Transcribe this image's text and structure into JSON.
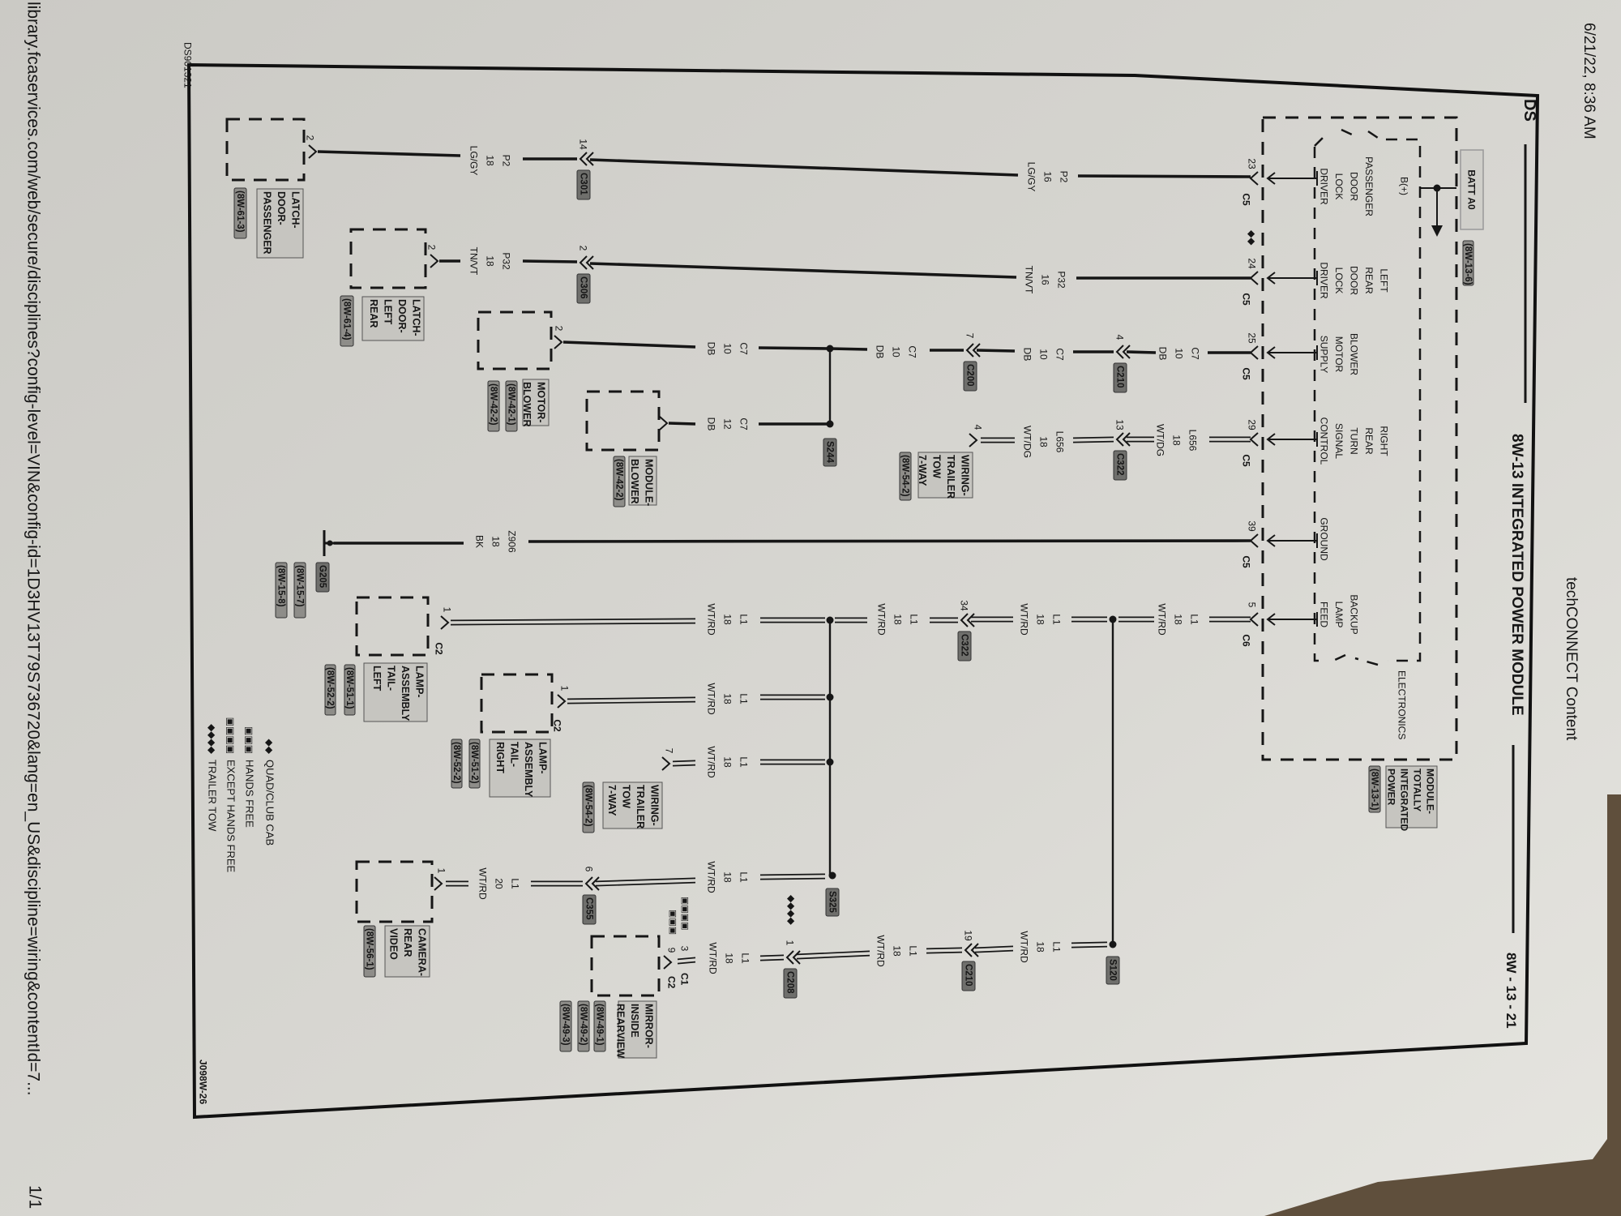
{
  "browser": {
    "timestamp": "6/21/22, 8:36 AM",
    "page_title": "techCONNECT Content",
    "url": "library.fcaservices.com/web/secure/disciplines?config-level=VIN&config-id=1D3HV13T79S736720&lang=en_US&discipline=wiring&contentId=7...",
    "page_count": "1/1"
  },
  "sheet": {
    "doc_code": "DS901321",
    "section": "DS",
    "title": "8W-13 INTEGRATED POWER MODULE",
    "page_number": "8W - 13 - 21",
    "figure_id": "J098W-26"
  },
  "module": {
    "name_lines": [
      "MODULE-",
      "TOTALLY",
      "INTEGRATED",
      "POWER"
    ],
    "ref": "(8W-13-1)",
    "electronics": "ELECTRONICS",
    "batt": "BATT A0",
    "batt_ref": "(8W-13-6)",
    "bplus": "B(+)",
    "option_pin24": "◆◆",
    "pins": [
      {
        "pin": "23",
        "connector": "C5",
        "function": [
          "PASSENGER",
          "DOOR",
          "LOCK",
          "DRIVER"
        ]
      },
      {
        "pin": "24",
        "connector": "C5",
        "function": [
          "LEFT",
          "REAR",
          "DOOR",
          "LOCK",
          "DRIVER"
        ]
      },
      {
        "pin": "25",
        "connector": "C5",
        "function": [
          "BLOWER",
          "MOTOR",
          "SUPPLY"
        ]
      },
      {
        "pin": "29",
        "connector": "C5",
        "function": [
          "RIGHT",
          "REAR",
          "TURN",
          "SIGNAL",
          "CONTROL"
        ]
      },
      {
        "pin": "39",
        "connector": "C5",
        "function": [
          "GROUND"
        ]
      },
      {
        "pin": "5",
        "connector": "C6",
        "function": [
          "BACKUP",
          "LAMP",
          "FEED"
        ]
      }
    ]
  },
  "wire_labels": [
    {
      "circuit": "P2",
      "gauge": "16",
      "color": "LG/GY"
    },
    {
      "circuit": "P2",
      "gauge": "18",
      "color": "LG/GY"
    },
    {
      "circuit": "P32",
      "gauge": "16",
      "color": "TN/VT"
    },
    {
      "circuit": "P32",
      "gauge": "18",
      "color": "TN/VT"
    },
    {
      "circuit": "C7",
      "gauge": "10",
      "color": "DB"
    },
    {
      "circuit": "C7",
      "gauge": "10",
      "color": "DB"
    },
    {
      "circuit": "C7",
      "gauge": "10",
      "color": "DB"
    },
    {
      "circuit": "C7",
      "gauge": "10",
      "color": "DB"
    },
    {
      "circuit": "C7",
      "gauge": "12",
      "color": "DB"
    },
    {
      "circuit": "L656",
      "gauge": "18",
      "color": "WT/DG"
    },
    {
      "circuit": "L656",
      "gauge": "18",
      "color": "WT/DG"
    },
    {
      "circuit": "Z906",
      "gauge": "18",
      "color": "BK"
    },
    {
      "circuit": "L1",
      "gauge": "18",
      "color": "WT/RD"
    },
    {
      "circuit": "L1",
      "gauge": "18",
      "color": "WT/RD"
    },
    {
      "circuit": "L1",
      "gauge": "18",
      "color": "WT/RD"
    },
    {
      "circuit": "L1",
      "gauge": "18",
      "color": "WT/RD"
    },
    {
      "circuit": "L1",
      "gauge": "18",
      "color": "WT/RD"
    },
    {
      "circuit": "L1",
      "gauge": "18",
      "color": "WT/RD"
    },
    {
      "circuit": "L1",
      "gauge": "18",
      "color": "WT/RD"
    },
    {
      "circuit": "L1",
      "gauge": "20",
      "color": "WT/RD"
    },
    {
      "circuit": "L1",
      "gauge": "18",
      "color": "WT/RD"
    },
    {
      "circuit": "L1",
      "gauge": "18",
      "color": "WT/RD"
    },
    {
      "circuit": "L1",
      "gauge": "18",
      "color": "WT/RD"
    }
  ],
  "inline_connectors": [
    {
      "pin": "14",
      "name": "C301"
    },
    {
      "pin": "2",
      "name": "C306"
    },
    {
      "pin": "4",
      "name": "C210"
    },
    {
      "pin": "7",
      "name": "C200"
    },
    {
      "pin": "13",
      "name": "C322"
    },
    {
      "pin": "34",
      "name": "C322"
    },
    {
      "pin": "19",
      "name": "C210"
    },
    {
      "pin": "1",
      "name": "C208",
      "option": "◆◆◆◆"
    },
    {
      "pin": "6",
      "name": "C355"
    }
  ],
  "splices": [
    "S244",
    "S120",
    "S325"
  ],
  "ground": {
    "name": "G205",
    "refs": [
      "(8W-15-7)",
      "(8W-15-8)"
    ]
  },
  "components": [
    {
      "lines": [
        "LATCH-",
        "DOOR-",
        "PASSENGER"
      ],
      "refs": [
        "(8W-61-3)"
      ],
      "pin": "2"
    },
    {
      "lines": [
        "LATCH-",
        "DOOR-",
        "LEFT",
        "REAR"
      ],
      "refs": [
        "(8W-61-4)"
      ],
      "pin": "2"
    },
    {
      "lines": [
        "MOTOR-",
        "BLOWER"
      ],
      "refs": [
        "(8W-42-1)",
        "(8W-42-2)"
      ],
      "pin": "2"
    },
    {
      "lines": [
        "MODULE-",
        "BLOWER"
      ],
      "refs": [
        "(8W-42-2)"
      ]
    },
    {
      "lines": [
        "WIRING-",
        "TRAILER",
        "TOW",
        "7-WAY"
      ],
      "refs": [
        "(8W-54-2)"
      ],
      "pin": "4"
    },
    {
      "lines": [
        "LAMP-",
        "ASSEMBLY",
        "TAIL-",
        "LEFT"
      ],
      "refs": [
        "(8W-51-1)",
        "(8W-52-2)"
      ],
      "pin": "1",
      "connector": "C2"
    },
    {
      "lines": [
        "LAMP-",
        "ASSEMBLY",
        "TAIL-",
        "RIGHT"
      ],
      "refs": [
        "(8W-51-2)",
        "(8W-52-2)"
      ],
      "pin": "1",
      "connector": "C2"
    },
    {
      "lines": [
        "WIRING-",
        "TRAILER",
        "TOW",
        "7-WAY"
      ],
      "refs": [
        "(8W-54-2)"
      ],
      "pin": "7"
    },
    {
      "lines": [
        "CAMERA-",
        "REAR",
        "VIDEO"
      ],
      "refs": [
        "(8W-56-1)"
      ],
      "pin": "1"
    },
    {
      "lines": [
        "MIRROR-",
        "INSIDE",
        "REARVIEW"
      ],
      "refs": [
        "(8W-49-1)",
        "(8W-49-2)",
        "(8W-49-3)"
      ],
      "pins": [
        "3",
        "9"
      ],
      "connectors": [
        "C1",
        "C2"
      ],
      "options": [
        "▣▣▣▣",
        "▣▣▣"
      ]
    }
  ],
  "legend": [
    {
      "symbol": "◆◆",
      "label": "QUAD/CLUB CAB"
    },
    {
      "symbol": "▣▣▣",
      "label": "HANDS FREE"
    },
    {
      "symbol": "▣▣▣▣",
      "label": "EXCEPT HANDS FREE"
    },
    {
      "symbol": "◆◆◆◆",
      "label": "TRAILER TOW"
    }
  ],
  "colors": {
    "paper": "#d8d7d2",
    "ink": "#161616",
    "tag": "#7a7a77",
    "label_box": "#c6c5c0",
    "carpet": "#5f4f3c"
  }
}
